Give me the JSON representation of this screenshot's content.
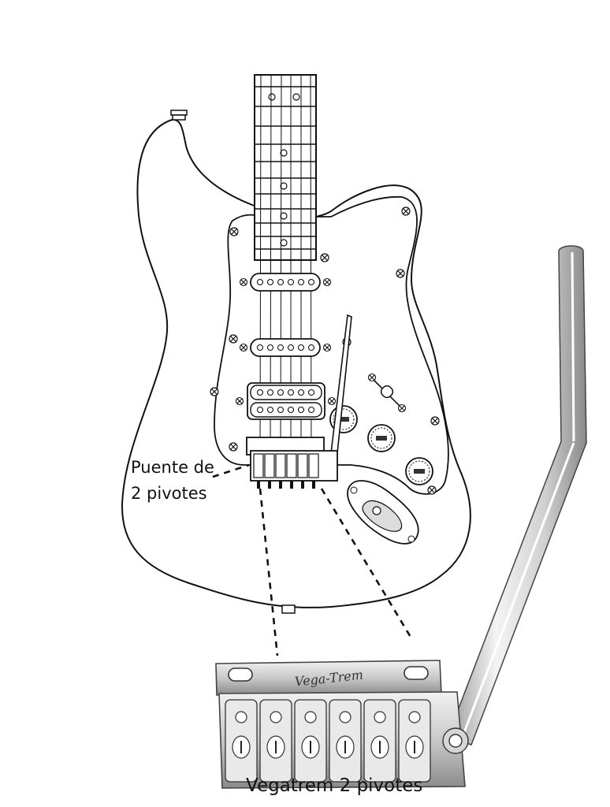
{
  "labels": {
    "bridge_callout_line1": "Puente de",
    "bridge_callout_line2": "2 pivotes",
    "caption": "Vegatrem 2 pivotes",
    "bridge_brand": "Vega-Trem"
  },
  "colors": {
    "ink": "#111111",
    "background": "#ffffff",
    "metal_light": "#e6e6e6",
    "metal_mid": "#b0b0b0",
    "metal_dark": "#555555"
  },
  "parts": {
    "pickups": [
      "neck-single-coil",
      "middle-single-coil",
      "bridge-humbucker"
    ],
    "knob_count": 3,
    "saddle_count": 6
  }
}
